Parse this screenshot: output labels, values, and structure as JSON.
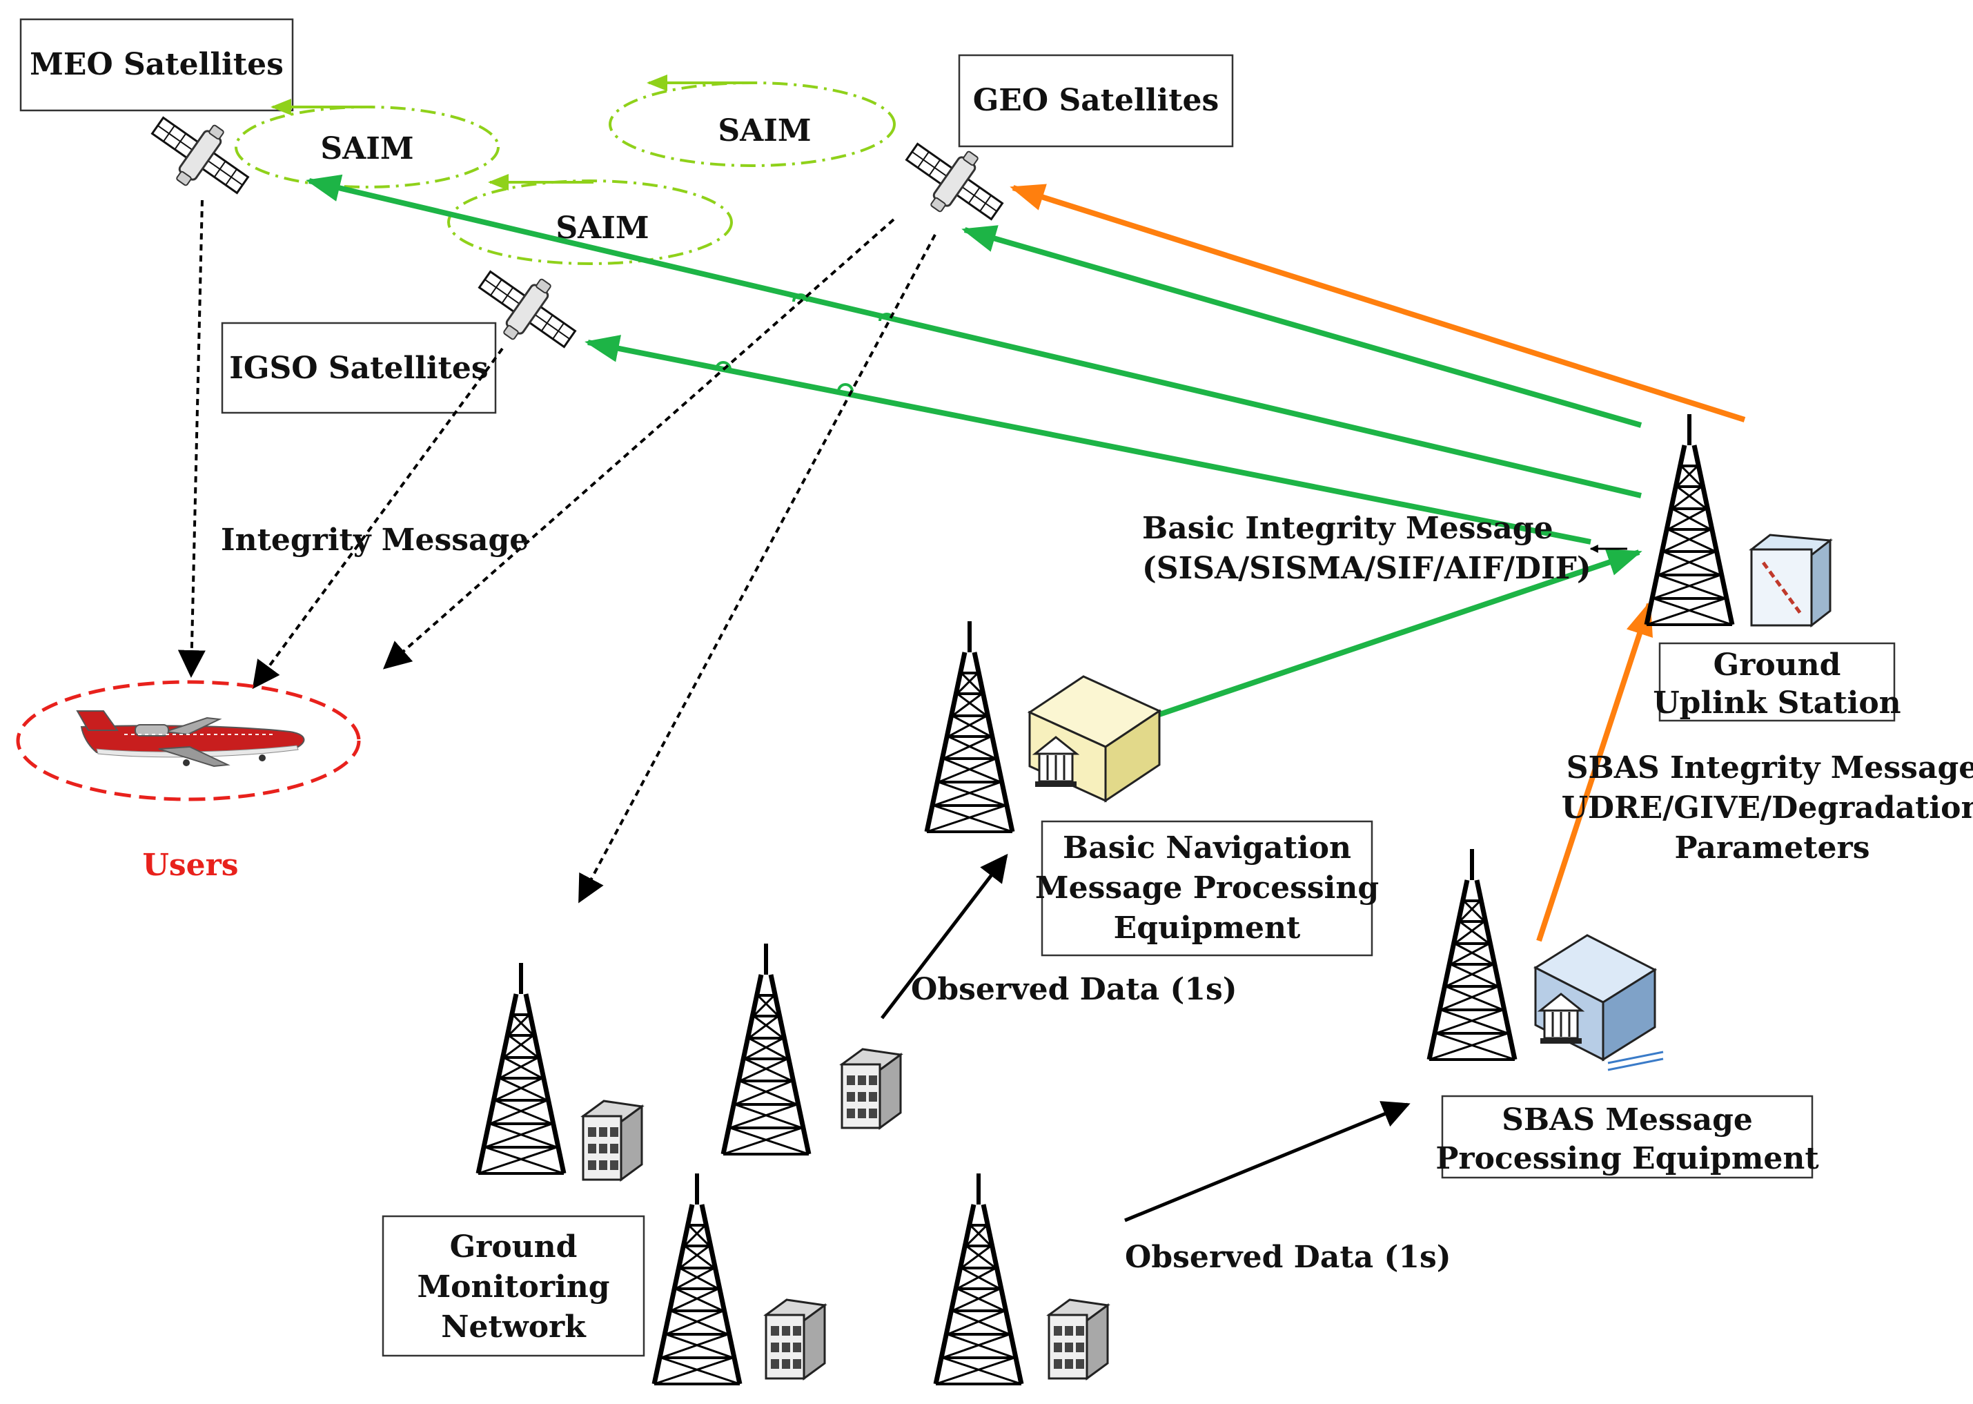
{
  "labels": {
    "meo": "MEO Satellites",
    "geo": "GEO Satellites",
    "igso": "IGSO Satellites",
    "saim": "SAIM",
    "integrity_message": "Integrity Message",
    "basic_integrity_line1": "Basic Integrity Message",
    "basic_integrity_line2": "(SISA/SISMA/SIF/AIF/DIF)",
    "ground_uplink_line1": "Ground",
    "ground_uplink_line2": "Uplink Station",
    "sbas_integrity_line1": "SBAS Integrity Message",
    "sbas_integrity_line2": "UDRE/GIVE/Degradation",
    "sbas_integrity_line3": "Parameters",
    "users": "Users",
    "bnmpe_line1": "Basic Navigation",
    "bnmpe_line2": "Message Processing",
    "bnmpe_line3": "Equipment",
    "observed_data": "Observed Data (1s)",
    "sbas_mpe_line1": "SBAS Message",
    "sbas_mpe_line2": "Processing Equipment",
    "gmn_line1": "Ground",
    "gmn_line2": "Monitoring",
    "gmn_line3": "Network"
  },
  "colors": {
    "green": "#1db446",
    "orange": "#ff7f0e",
    "lime_dashdot": "#8fd11a",
    "users_red": "#e8211c",
    "black": "#000000"
  }
}
